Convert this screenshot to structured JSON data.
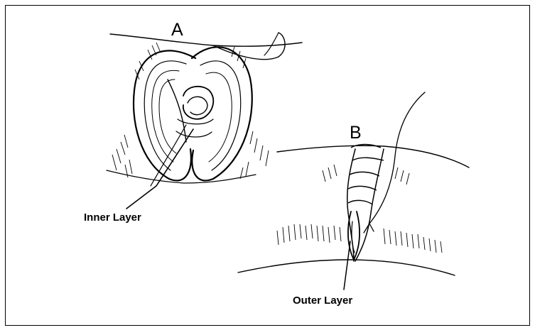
{
  "figure": {
    "panels": [
      {
        "id": "A",
        "label": "A"
      },
      {
        "id": "B",
        "label": "B"
      }
    ],
    "labels": {
      "inner_layer": "Inner Layer",
      "outer_layer": "Outer Layer"
    }
  }
}
